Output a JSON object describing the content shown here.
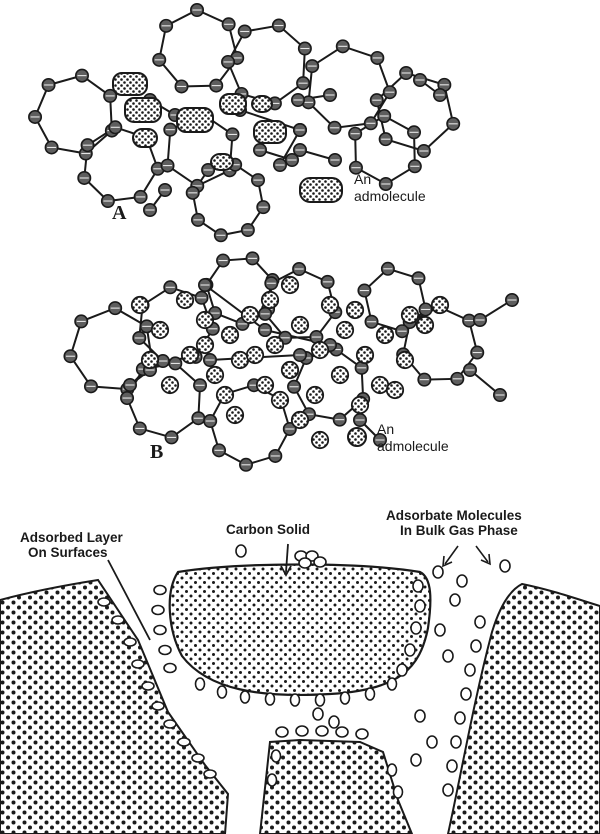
{
  "panels": [
    {
      "letter": "A",
      "legend": {
        "line1": "An",
        "line2": "admolecule"
      }
    },
    {
      "letter": "B",
      "legend": {
        "line1": "An",
        "line2": "admolecule"
      }
    }
  ],
  "pore_diagram": {
    "adsorbed_layer": {
      "line1": "Adsorbed Layer",
      "line2": "On Surfaces"
    },
    "carbon_solid": "Carbon Solid",
    "adsorbate": {
      "line1": "Adsorbate Molecules",
      "line2": "In Bulk Gas Phase"
    }
  },
  "colors": {
    "ink": "#1a1a1a",
    "atom": "#5e5e5e",
    "paper": "#ffffff"
  }
}
